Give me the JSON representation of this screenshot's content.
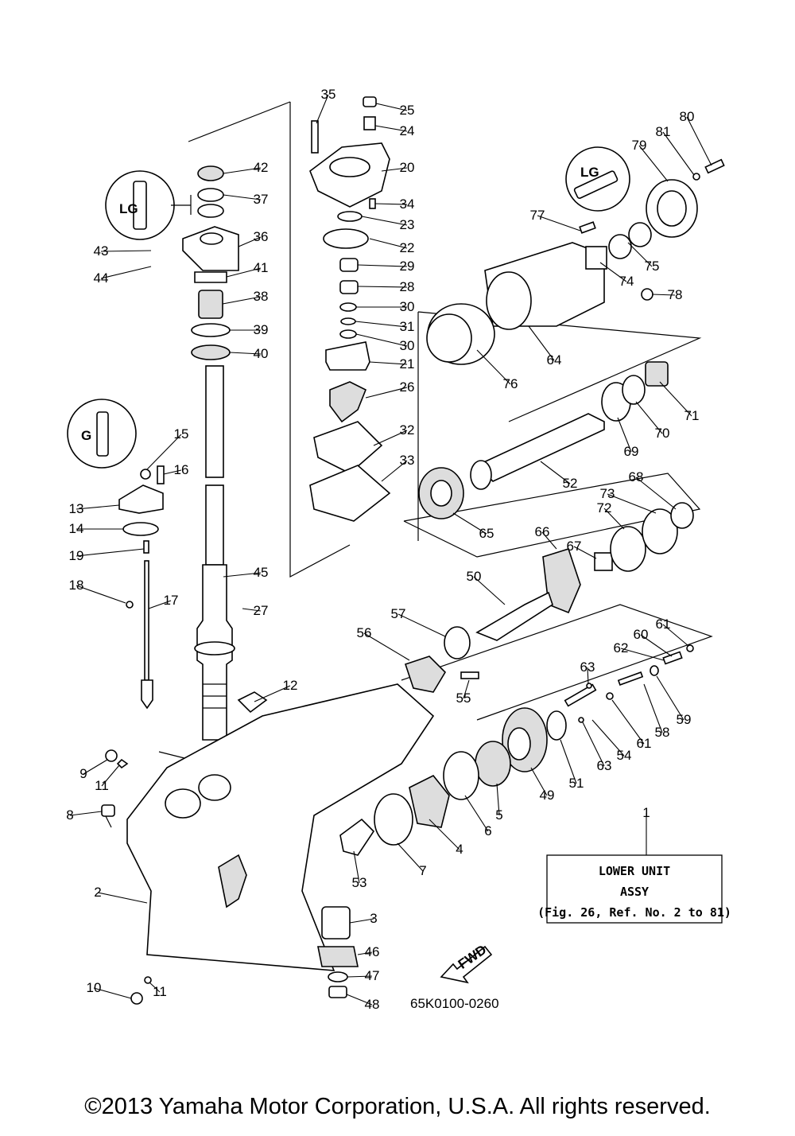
{
  "diagram_code": "65K0100-0260",
  "fwd_label": "FWD",
  "info_box": {
    "line1": "LOWER UNIT",
    "line2": "ASSY",
    "line3": "(Fig. 26, Ref. No. 2 to 81)"
  },
  "copyright": "©2013 Yamaha Motor Corporation, U.S.A. All rights reserved.",
  "callouts": [
    "1",
    "2",
    "3",
    "4",
    "5",
    "6",
    "7",
    "8",
    "9",
    "10",
    "11",
    "11",
    "12",
    "13",
    "14",
    "15",
    "16",
    "17",
    "18",
    "19",
    "20",
    "21",
    "22",
    "23",
    "24",
    "25",
    "26",
    "27",
    "28",
    "29",
    "30",
    "30",
    "31",
    "32",
    "33",
    "34",
    "35",
    "36",
    "37",
    "38",
    "39",
    "40",
    "41",
    "42",
    "43",
    "44",
    "45",
    "46",
    "47",
    "48",
    "49",
    "50",
    "51",
    "52",
    "53",
    "54",
    "55",
    "56",
    "57",
    "58",
    "59",
    "60",
    "61",
    "61",
    "62",
    "63",
    "63",
    "64",
    "65",
    "66",
    "67",
    "68",
    "69",
    "70",
    "71",
    "72",
    "73",
    "74",
    "75",
    "76",
    "77",
    "78",
    "79",
    "80",
    "81"
  ]
}
